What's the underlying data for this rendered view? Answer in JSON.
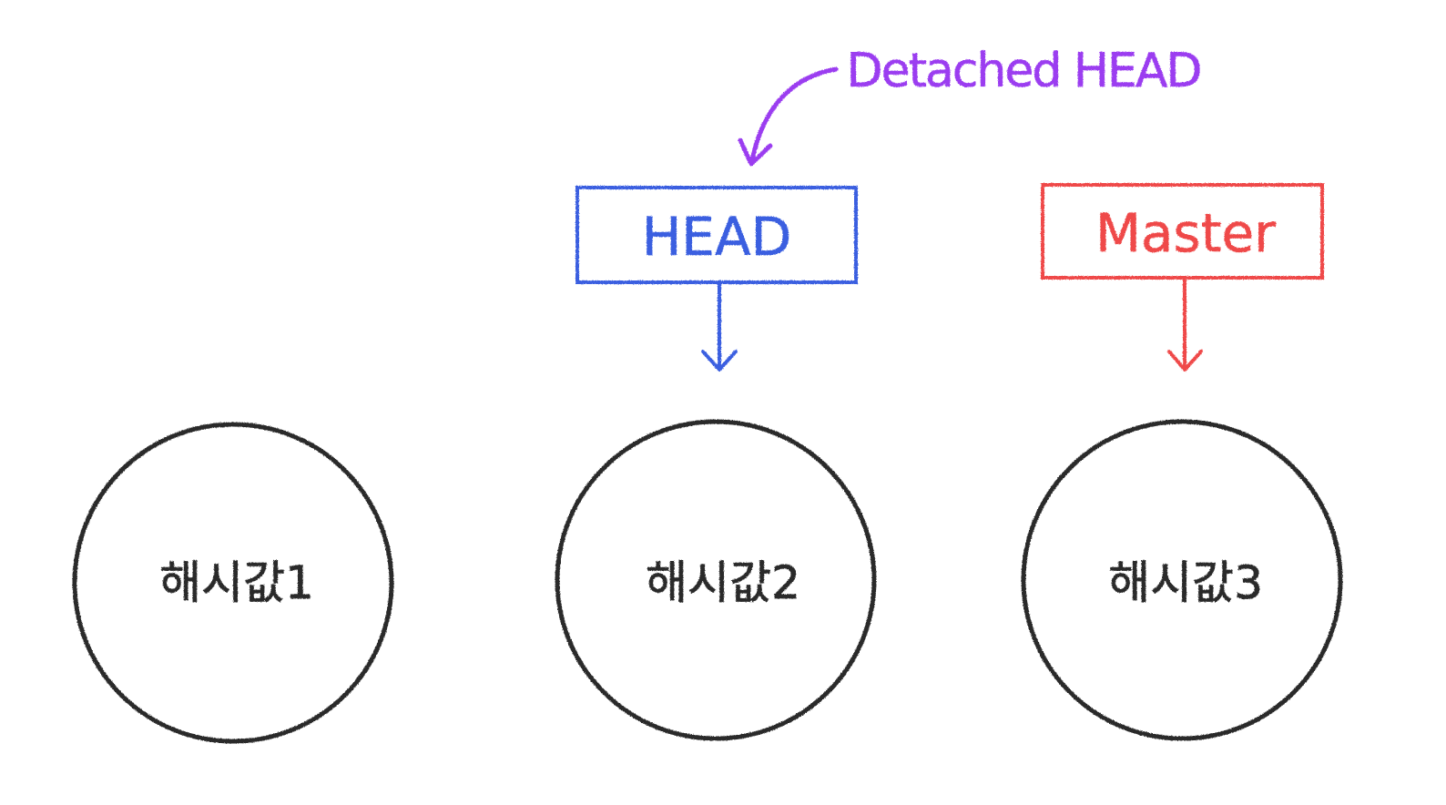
{
  "annotation": {
    "text": "Detached HEAD",
    "color": "#9b3df0"
  },
  "refs": [
    {
      "id": "head",
      "label": "HEAD",
      "color": "#3a5fe0"
    },
    {
      "id": "master",
      "label": "Master",
      "color": "#ef4a4a"
    }
  ],
  "commits": [
    {
      "label": "해시값1"
    },
    {
      "label": "해시값2"
    },
    {
      "label": "해시값3"
    }
  ],
  "colors": {
    "commit_stroke": "#2a2a2a",
    "background": "#ffffff"
  }
}
